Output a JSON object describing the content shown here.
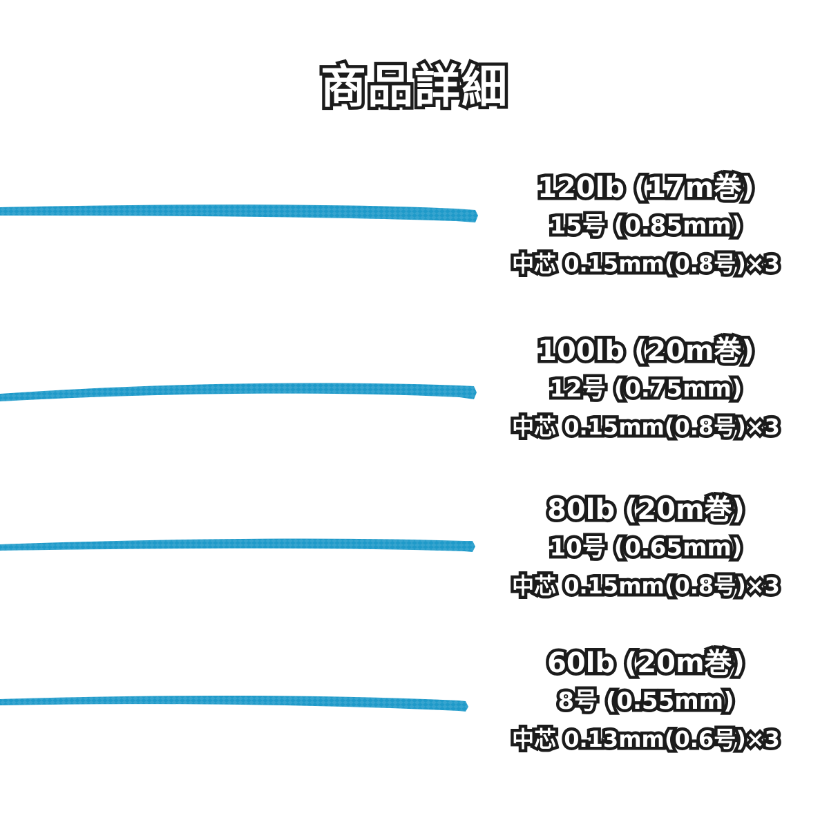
{
  "title": "商品詳細",
  "cord_color": "#1f9ac9",
  "items": [
    {
      "weight": "120lb (17m巻)",
      "gauge": "15号 (0.85mm)",
      "core": "中芯 0.15mm(0.8号)×3"
    },
    {
      "weight": "100lb (20m巻)",
      "gauge": "12号 (0.75mm)",
      "core": "中芯 0.15mm(0.8号)×3"
    },
    {
      "weight": "80lb (20m巻)",
      "gauge": "10号 (0.65mm)",
      "core": "中芯 0.15mm(0.8号)×3"
    },
    {
      "weight": "60lb (20m巻)",
      "gauge": "8号 (0.55mm)",
      "core": "中芯 0.13mm(0.6号)×3"
    }
  ]
}
